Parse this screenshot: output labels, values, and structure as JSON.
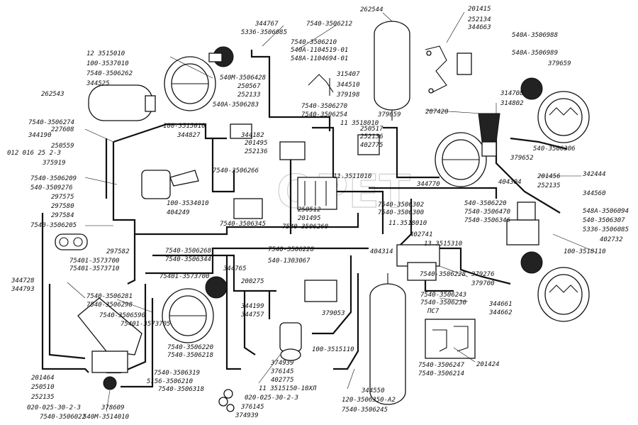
{
  "watermark": "ОРЕТ",
  "labels": [
    "262544",
    "201415",
    "252134",
    "344663",
    "540А-3506988",
    "540А-3506989",
    "379659",
    "344767",
    "5336-3506085",
    "7540-3506212",
    "7540-3506210",
    "540А-1104519-01",
    "548А-1104694-01",
    "315407",
    "344510",
    "379198",
    "12 3515010",
    "100-3537010",
    "7540-3506262",
    "344525",
    "262543",
    "540М-3506428",
    "250567",
    "252133",
    "540А-3506283",
    "7540-3506270",
    "7540-3506254",
    "11 3518010",
    "250517",
    "252136",
    "402775",
    "379659",
    "207420",
    "314708",
    "314802",
    "7540-3506274",
    "344190",
    "227608",
    "100-3515010",
    "344827",
    "344182",
    "201495",
    "252136",
    "250559",
    "012 016 25 2-3",
    "375919",
    "7540-3506209",
    "540-3509276",
    "297575",
    "297580",
    "297584",
    "7540-3506205",
    "7540-3506266",
    "100-3534010",
    "404249",
    "11.3511010",
    "379652",
    "540-3506306",
    "342444",
    "201456",
    "252135",
    "344560",
    "404304",
    "344770",
    "7540-3506302",
    "7540-3506300",
    "250512",
    "201495",
    "7540-3506345",
    "7540-3506260",
    "540-3506220",
    "7540-3506470",
    "7540-3506346",
    "548А-3506094",
    "540-3506307",
    "5336-3506085",
    "402732",
    "100-3518110",
    "11.3518010",
    "402741",
    "13.3515310",
    "404314",
    "297582",
    "7540-3506268",
    "7540-3506344",
    "7540-3506228",
    "540-1303067",
    "75401-3573700",
    "75401-3573710",
    "75401-3573700",
    "344765",
    "344728",
    "344793",
    "7540-3506281",
    "7540-3506298",
    "7540-3506590",
    "75401-3573705",
    "200275",
    "344199",
    "344757",
    "379053",
    "379276",
    "379700",
    "7540-3506243",
    "7540-3506230",
    "7540-3506228",
    "344661",
    "344662",
    "ПС7",
    "7540-3506220",
    "7540-3506218",
    "7540-3506319",
    "7540-3506318",
    "5156-3506210",
    "100-3515110",
    "201464",
    "250510",
    "252135",
    "020-025-30-2-3",
    "378609",
    "7540-3506022",
    "540М-3514010",
    "374939",
    "376145",
    "402775",
    "11 3515150-10ХЛ",
    "020-025-30-2-3",
    "376145",
    "374939",
    "7540-3506247",
    "7540-3506214",
    "201424",
    "344550",
    "120-3506350-А2",
    "7540-3506245"
  ]
}
